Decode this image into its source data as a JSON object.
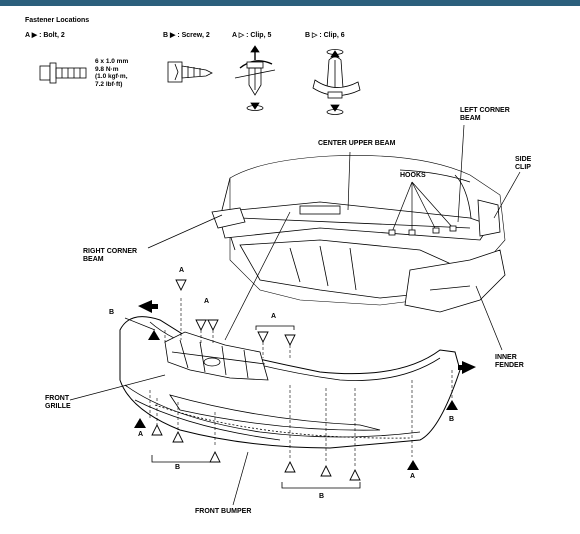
{
  "fastener": {
    "title": "Fastener Locations",
    "items": [
      {
        "label": "A ▶ : Bolt, 2"
      },
      {
        "label": "B ▶ : Screw, 2"
      },
      {
        "label": "A ▷ : Clip, 5"
      },
      {
        "label": "B ▷ : Clip, 6"
      }
    ],
    "bolt_spec": "6 x 1.0 mm\n9.8 N·m\n(1.0 kgf·m,\n7.2 lbf·ft)"
  },
  "callouts": {
    "center_upper_beam": "CENTER UPPER BEAM",
    "left_corner_beam": "LEFT CORNER\nBEAM",
    "hooks": "HOOKS",
    "side_clip": "SIDE\nCLIP",
    "right_corner_beam": "RIGHT CORNER\nBEAM",
    "inner_fender": "INNER\nFENDER",
    "front_grille": "FRONT\nGRILLE",
    "front_bumper": "FRONT BUMPER"
  },
  "markers": {
    "a": "A",
    "b": "B"
  },
  "icons": [
    "bolt-icon",
    "screw-icon",
    "clip-a-icon",
    "clip-b-icon"
  ]
}
